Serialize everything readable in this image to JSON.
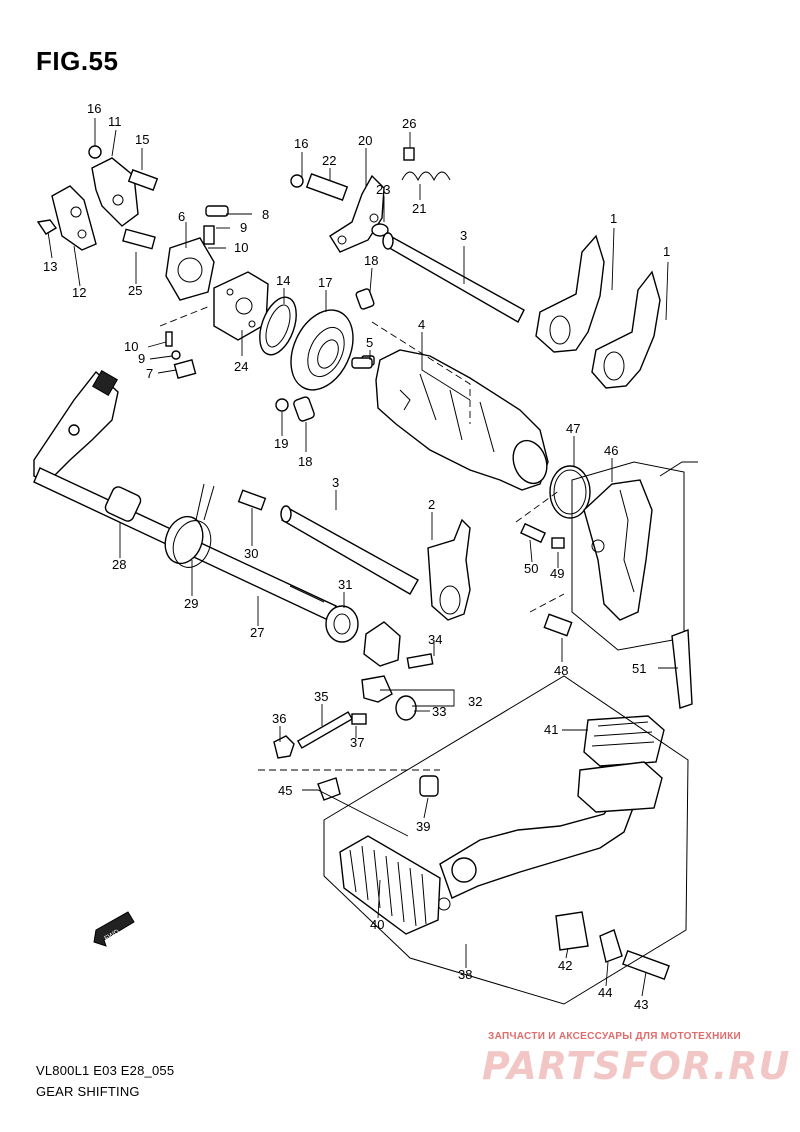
{
  "figure": {
    "title": "FIG.55"
  },
  "footer": {
    "model_code": "VL800L1 E03 E28_055",
    "section_name": "GEAR SHIFTING"
  },
  "watermark": {
    "tagline": "ЗАПЧАСТИ И АКСЕССУАРЫ ДЛЯ МОТОТЕХНИКИ",
    "logo": "PARTSFOR.RU"
  },
  "direction_marker": {
    "label": "FWD"
  },
  "callouts": [
    "16",
    "11",
    "15",
    "13",
    "12",
    "6",
    "8",
    "9",
    "10",
    "25",
    "16",
    "22",
    "20",
    "26",
    "23",
    "21",
    "1",
    "1",
    "3",
    "18",
    "14",
    "17",
    "4",
    "5",
    "10",
    "9",
    "7",
    "24",
    "19",
    "18",
    "47",
    "46",
    "3",
    "2",
    "30",
    "28",
    "29",
    "27",
    "31",
    "50",
    "49",
    "34",
    "48",
    "51",
    "35",
    "32",
    "36",
    "33",
    "37",
    "41",
    "45",
    "39",
    "40",
    "38",
    "42",
    "44",
    "43"
  ],
  "colors": {
    "line": "#000000",
    "watermark": "#e06b6b",
    "background": "#ffffff"
  }
}
